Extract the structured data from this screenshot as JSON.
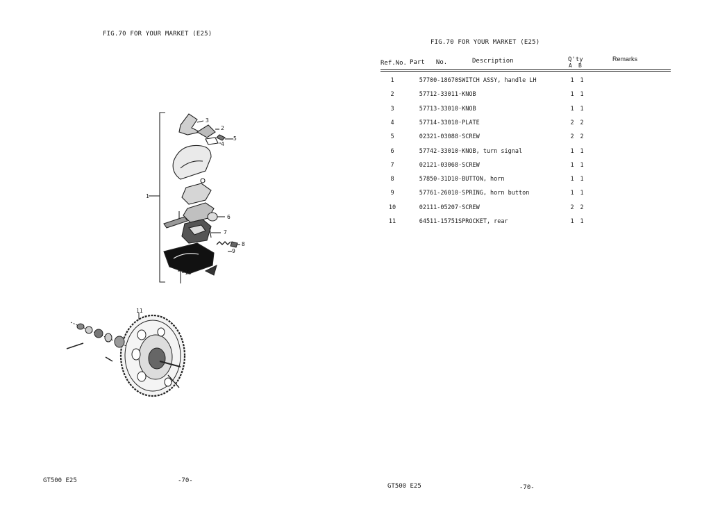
{
  "left_page": {
    "fig_title": "FIG.70  FOR YOUR MARKET (E25)",
    "callouts": [
      "1",
      "2",
      "3",
      "4",
      "5",
      "6",
      "7",
      "8",
      "9",
      "10",
      "11"
    ],
    "footer_model": "GT500 E25",
    "footer_page": "-70-"
  },
  "right_page": {
    "fig_title": "FIG.70  FOR YOUR MARKET (E25)",
    "headers": {
      "ref": "Ref.No.",
      "part": "Part   No.",
      "desc": "Description",
      "qty": "Q'ty",
      "qty_a": "A",
      "qty_b": "B",
      "remarks": "Remarks"
    },
    "rows": [
      {
        "ref": "1",
        "part": "57700-18670",
        "desc": "SWITCH ASSY, handle LH",
        "a": "1",
        "b": "1"
      },
      {
        "ref": "2",
        "part": "57712-33011",
        "desc": "·KNOB",
        "a": "1",
        "b": "1"
      },
      {
        "ref": "3",
        "part": "57713-33010",
        "desc": "·KNOB",
        "a": "1",
        "b": "1"
      },
      {
        "ref": "4",
        "part": "57714-33010",
        "desc": "·PLATE",
        "a": "2",
        "b": "2"
      },
      {
        "ref": "5",
        "part": "02321-03088",
        "desc": "·SCREW",
        "a": "2",
        "b": "2"
      },
      {
        "ref": "6",
        "part": "57742-33010",
        "desc": "·KNOB, turn signal",
        "a": "1",
        "b": "1"
      },
      {
        "ref": "7",
        "part": "02121-03068",
        "desc": "·SCREW",
        "a": "1",
        "b": "1"
      },
      {
        "ref": "8",
        "part": "57850-31D10",
        "desc": "·BUTTON, horn",
        "a": "1",
        "b": "1"
      },
      {
        "ref": "9",
        "part": "57761-26010",
        "desc": "·SPRING, horn button",
        "a": "1",
        "b": "1"
      },
      {
        "ref": "10",
        "part": "02111-05207",
        "desc": "·SCREW",
        "a": "2",
        "b": "2"
      },
      {
        "ref": "11",
        "part": "64511-15751",
        "desc": "SPROCKET, rear",
        "a": "1",
        "b": "1"
      }
    ],
    "footer_model": "GT500 E25",
    "footer_page": "-70-"
  }
}
